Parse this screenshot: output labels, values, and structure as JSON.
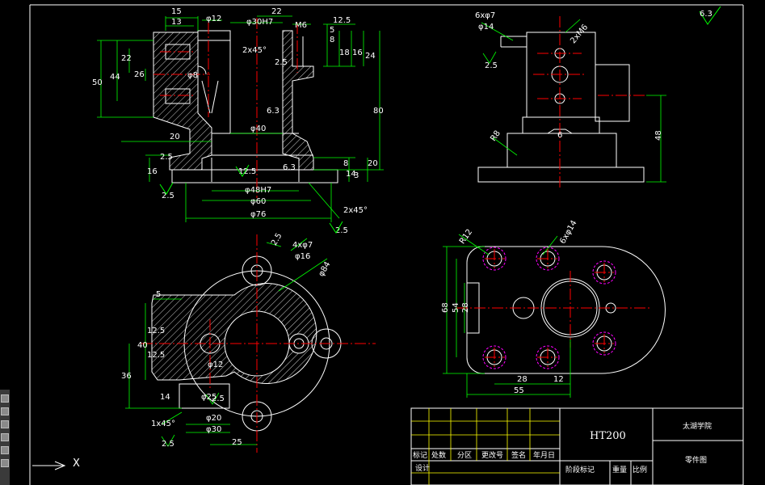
{
  "drawing": {
    "material": "HT200",
    "school": "太湖学院",
    "drawing_name": "零件图",
    "roughness_general": "6.3",
    "ucs_axis": "X"
  },
  "title_block": {
    "labels": [
      "标记",
      "处数",
      "分区",
      "更改号",
      "签名",
      "年月日"
    ],
    "design": "设计",
    "stage": "阶段标记",
    "weight": "重量",
    "scale": "比例"
  },
  "front_view": {
    "dims": [
      "15",
      "13",
      "φ12",
      "φ30H7",
      "22",
      "M6",
      "12.5",
      "8",
      "5",
      "18",
      "16",
      "24",
      "22",
      "50",
      "44",
      "26",
      "φ8",
      "2x45°",
      "2.5",
      "6.3",
      "80",
      "20",
      "φ40",
      "2.5",
      "16",
      "12.5",
      "6.3",
      "8",
      "14",
      "20",
      "3",
      "φ48H7",
      "φ60",
      "φ76",
      "2x45°",
      "2.5",
      "2.5"
    ]
  },
  "side_view": {
    "dims": [
      "6xφ7",
      "φ14",
      "2xM6",
      "2.5",
      "R8",
      "6",
      "48"
    ]
  },
  "top_view": {
    "dims": [
      "2.5",
      "4xφ7",
      "φ16",
      "φ84",
      "5",
      "12.5",
      "40",
      "12.5",
      "36",
      "φ12",
      "14",
      "φ25",
      "2.5",
      "1x45°",
      "2.5",
      "φ20",
      "φ30",
      "25"
    ]
  },
  "right_view": {
    "dims": [
      "R12",
      "6xφ14",
      "68",
      "54",
      "28",
      "28",
      "12",
      "55"
    ]
  }
}
